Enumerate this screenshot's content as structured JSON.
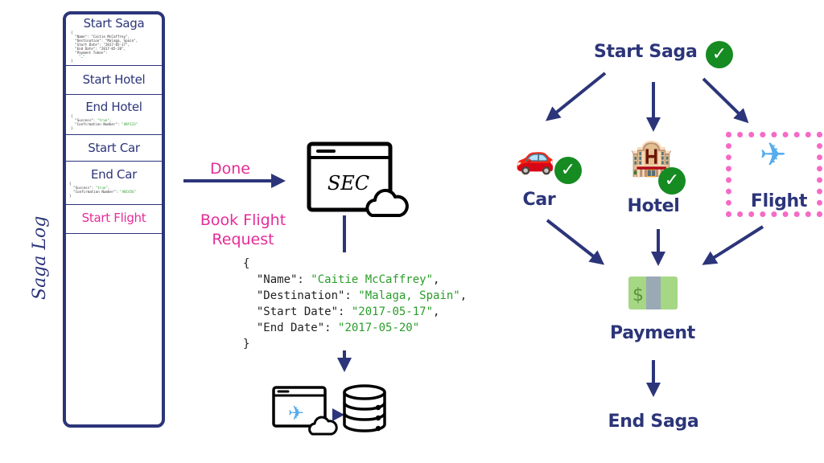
{
  "saga_log": {
    "label": "Saga Log",
    "entries": [
      {
        "title": "Start Saga",
        "json": [
          "{",
          "  \"Name\": \"Caitie McCaffrey\",",
          "  \"Destination\": \"Malaga, Spain\",",
          "  \"Start Date\": \"2017-05-17\",",
          "  \"End Date\": \"2017-05-20\",",
          "  \"Payment Token\":",
          "    \"…\"",
          "}"
        ]
      },
      {
        "title": "Start Hotel"
      },
      {
        "title": "End Hotel",
        "json_key1": "\"Success\": ",
        "json_val1": "\"true\"",
        "json_key2": "\"Confirmation Number\": ",
        "json_val2": "\"XBY123\""
      },
      {
        "title": "Start Car"
      },
      {
        "title": "End Car",
        "json_key1": "\"Success\": ",
        "json_val1": "\"true\"",
        "json_key2": "\"Confirmation Number\": ",
        "json_val2": "\"ABC456\""
      },
      {
        "title": "Start Flight",
        "highlight": true
      }
    ]
  },
  "middle": {
    "done_label": "Done",
    "request_label_line1": "Book Flight",
    "request_label_line2": "Request",
    "sec_label": "SEC",
    "request_json": {
      "open": "{",
      "fields": [
        {
          "key": "\"Name\": ",
          "value": "\"Caitie McCaffrey\"",
          "sep": ","
        },
        {
          "key": "\"Destination\": ",
          "value": "\"Malaga, Spain\"",
          "sep": ","
        },
        {
          "key": "\"Start Date\": ",
          "value": "\"2017-05-17\"",
          "sep": ","
        },
        {
          "key": "\"End Date\": ",
          "value": "\"2017-05-20\"",
          "sep": ""
        }
      ],
      "close": "}"
    }
  },
  "graph": {
    "start": "Start Saga",
    "car": "Car",
    "hotel": "Hotel",
    "flight": "Flight",
    "payment": "Payment",
    "end": "End Saga",
    "check_glyph": "✓",
    "icons": {
      "car": "🚗",
      "hotel": "🏨",
      "flight": "✈",
      "payment": "$"
    }
  },
  "colors": {
    "navy": "#2c3579",
    "pink": "#e52c97",
    "check_green": "#158b22",
    "flight_highlight": "#f46bc6"
  }
}
